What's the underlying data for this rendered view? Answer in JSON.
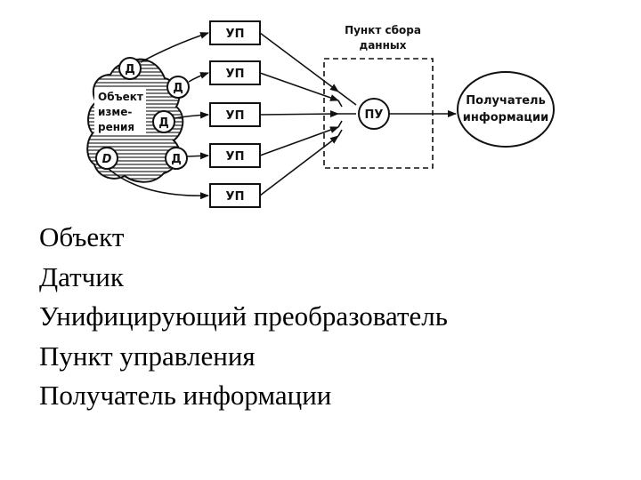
{
  "diagram": {
    "object_label": [
      "Объект",
      "изме-",
      "рения"
    ],
    "sensor_label": "Д",
    "sensor_alt_label": "D",
    "up_label": "УП",
    "collection_label": [
      "Пункт сбора",
      "данных"
    ],
    "control_label": "ПУ",
    "receiver_label": [
      "Получатель",
      "информации"
    ]
  },
  "legend": [
    "Объект",
    "Датчик",
    "Унифицирующий преобразователь",
    "Пункт управления",
    "Получатель информации"
  ]
}
